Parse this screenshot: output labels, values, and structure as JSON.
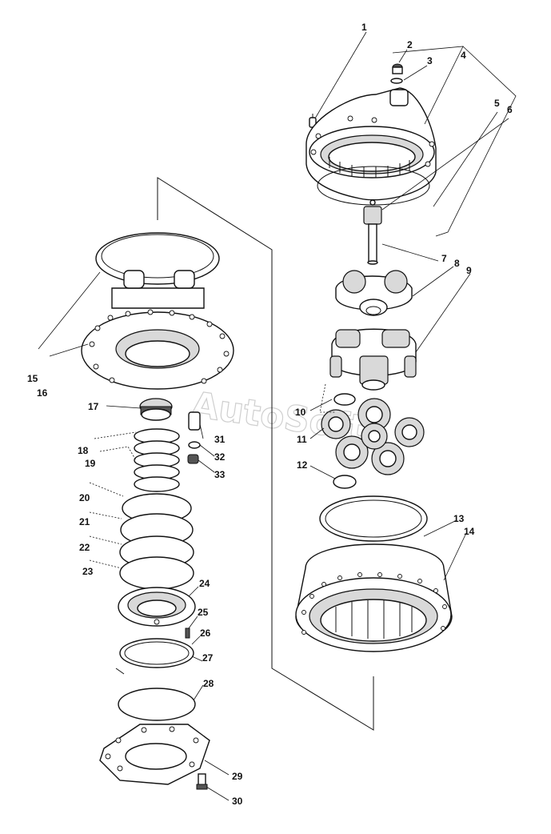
{
  "watermark": "AutoSoft",
  "labels": [
    "1",
    "2",
    "3",
    "4",
    "5",
    "6",
    "7",
    "8",
    "9",
    "10",
    "11",
    "12",
    "13",
    "14",
    "15",
    "16",
    "17",
    "18",
    "19",
    "20",
    "21",
    "22",
    "23",
    "24",
    "25",
    "26",
    "27",
    "28",
    "29",
    "30",
    "31",
    "32",
    "33"
  ]
}
